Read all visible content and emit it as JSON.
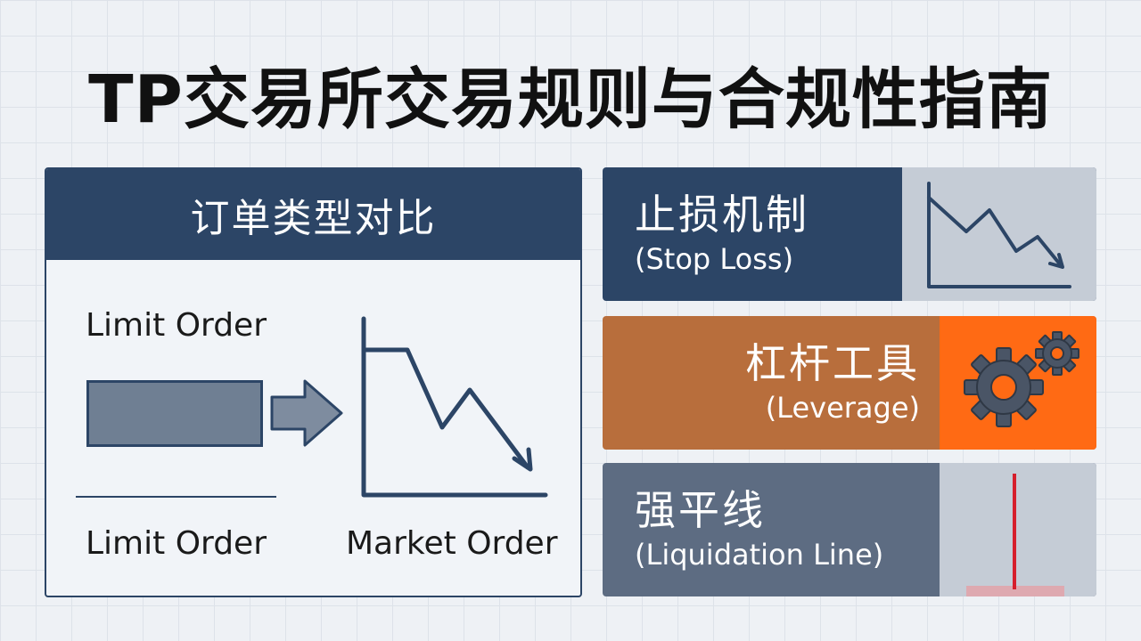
{
  "title": "TP交易所交易规则与合规性指南",
  "order_panel": {
    "header": "订单类型对比",
    "limit_label_top": "Limit Order",
    "limit_label_bottom": "Limit Order",
    "market_label": "Market Order"
  },
  "cards": {
    "stop_loss": {
      "title": "止损机制",
      "subtitle": "(Stop Loss)"
    },
    "leverage": {
      "title": "杠杆工具",
      "subtitle": "(Leverage)"
    },
    "liquidation": {
      "title": "强平线",
      "subtitle": "(Liquidation Line)"
    }
  },
  "icons": {
    "arrow": "right-arrow-icon",
    "order_chart": "descending-line-chart-icon",
    "stop_chart": "declining-chart-icon",
    "gears": "gears-icon",
    "liquidation_marker": "vertical-red-line"
  },
  "colors": {
    "navy": "#2c4566",
    "orange": "#ff6a14",
    "brown": "#b86e3c",
    "slate": "#5d6c82",
    "red": "#d61e2c"
  }
}
